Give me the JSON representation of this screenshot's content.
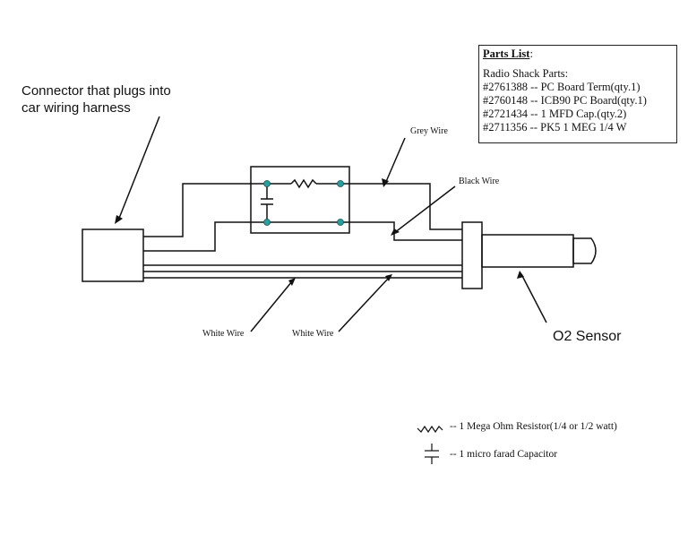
{
  "labels": {
    "connector": [
      "Connector that plugs into",
      "car wiring harness"
    ],
    "o2_sensor": "O2 Sensor",
    "grey_wire": "Grey Wire",
    "black_wire": "Black Wire",
    "white_wire_left": "White Wire",
    "white_wire_right": "White Wire"
  },
  "parts_list": {
    "title": "Parts List",
    "subtitle": "Radio Shack Parts:",
    "items": [
      "#2761388 -- PC Board Term(qty.1)",
      "#2760148 -- ICB90 PC Board(qty.1)",
      "#2721434 -- 1 MFD Cap.(qty.2)",
      "#2711356 -- PK5 1 MEG 1/4 W"
    ]
  },
  "legend": {
    "resistor": "-- 1 Mega Ohm Resistor(1/4 or 1/2 watt)",
    "capacitor": "-- 1 micro farad Capacitor"
  },
  "colors": {
    "line": "#111111",
    "node": "#2a9d9d"
  }
}
